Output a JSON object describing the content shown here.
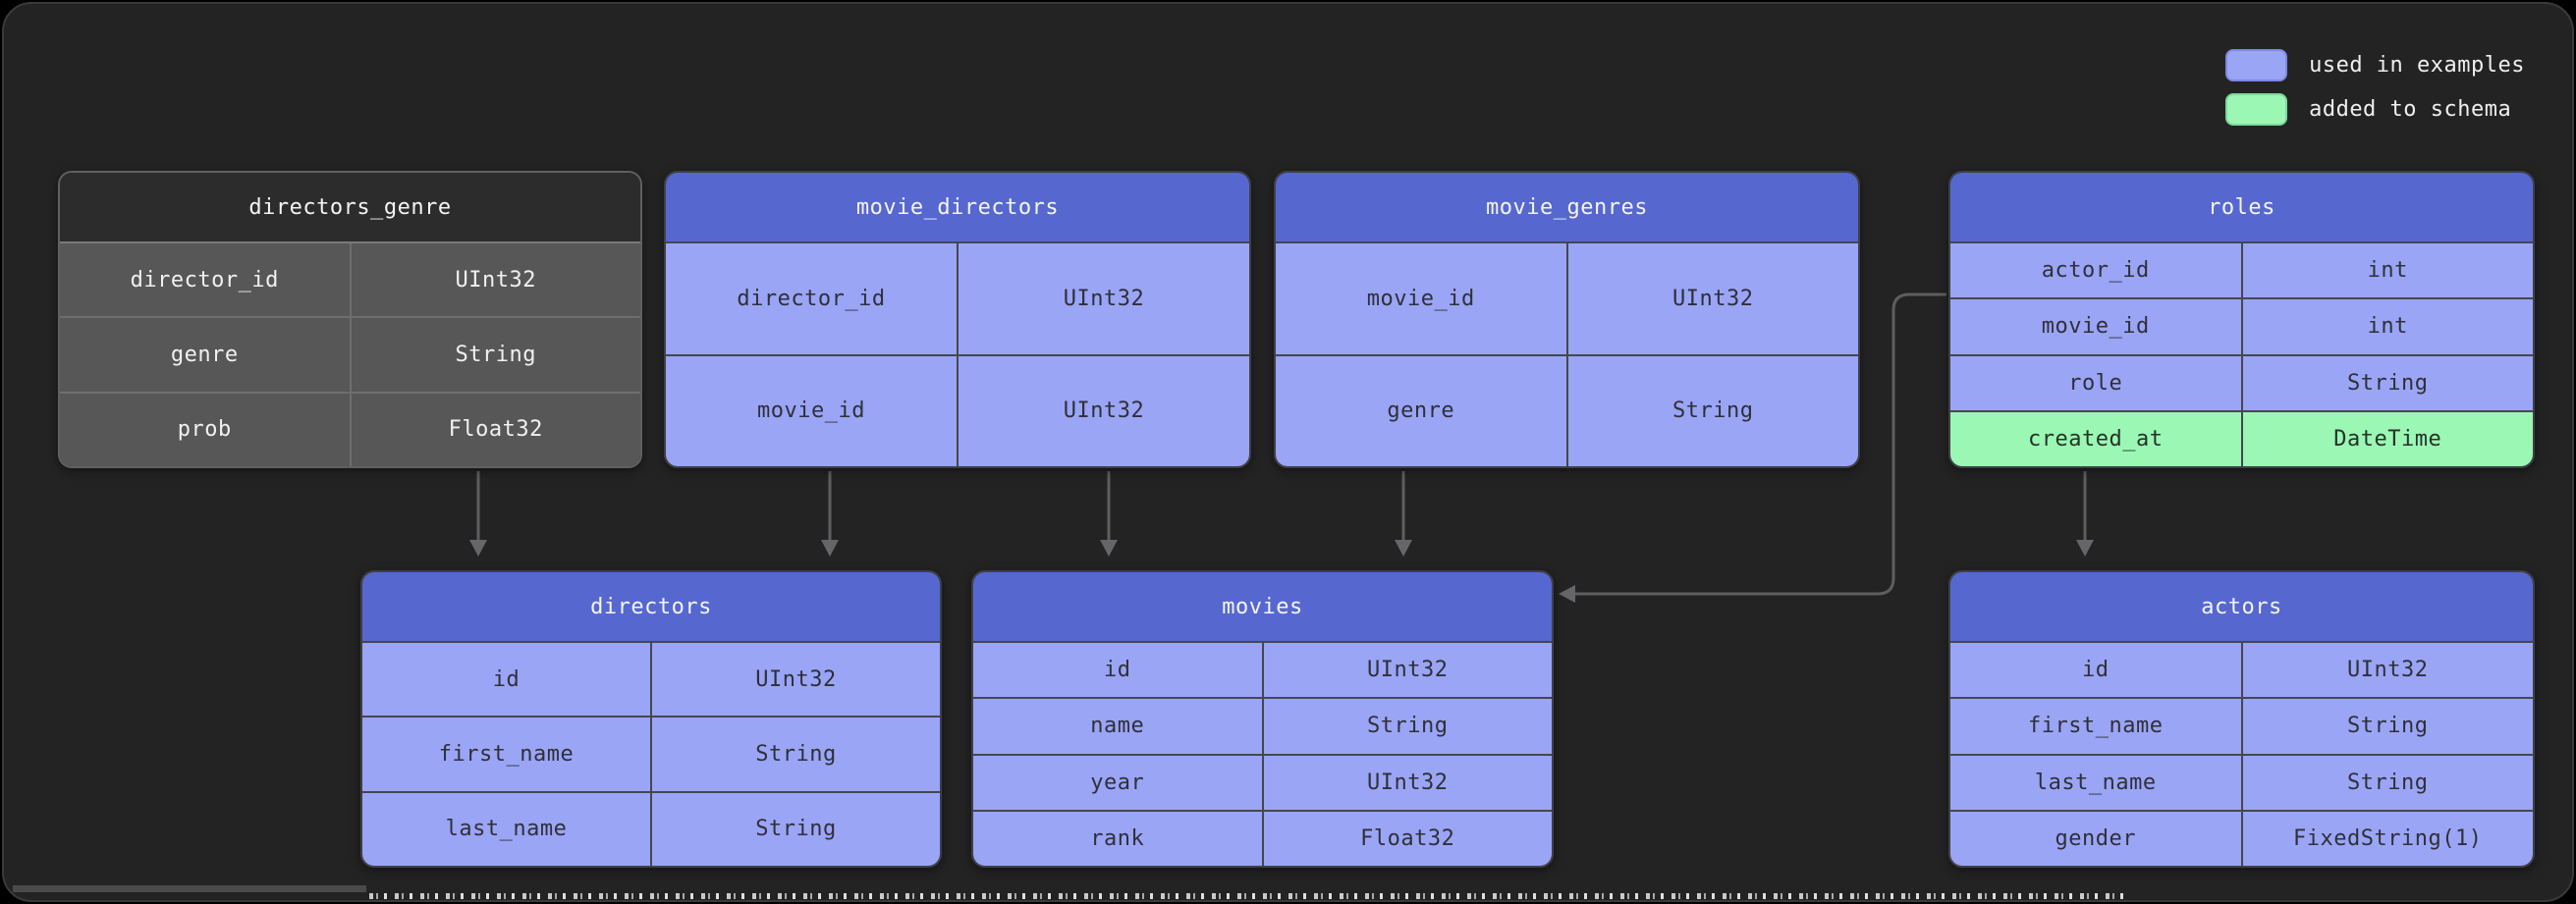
{
  "legend": {
    "items": [
      {
        "key": "used",
        "label": "used in examples",
        "color": "#9aa5f6"
      },
      {
        "key": "added",
        "label": "added to schema",
        "color": "#9bf7b4"
      }
    ]
  },
  "tables": [
    {
      "id": "directors_genre",
      "title": "directors_genre",
      "color_key": "plain",
      "rows": [
        {
          "name": "director_id",
          "type": "UInt32"
        },
        {
          "name": "genre",
          "type": "String"
        },
        {
          "name": "prob",
          "type": "Float32"
        }
      ]
    },
    {
      "id": "movie_directors",
      "title": "movie_directors",
      "color_key": "used",
      "rows": [
        {
          "name": "director_id",
          "type": "UInt32"
        },
        {
          "name": "movie_id",
          "type": "UInt32"
        }
      ]
    },
    {
      "id": "movie_genres",
      "title": "movie_genres",
      "color_key": "used",
      "rows": [
        {
          "name": "movie_id",
          "type": "UInt32"
        },
        {
          "name": "genre",
          "type": "String"
        }
      ]
    },
    {
      "id": "roles",
      "title": "roles",
      "color_key": "used",
      "rows": [
        {
          "name": "actor_id",
          "type": "int"
        },
        {
          "name": "movie_id",
          "type": "int"
        },
        {
          "name": "role",
          "type": "String"
        },
        {
          "name": "created_at",
          "type": "DateTime",
          "added": true
        }
      ]
    },
    {
      "id": "directors",
      "title": "directors",
      "color_key": "used",
      "rows": [
        {
          "name": "id",
          "type": "UInt32"
        },
        {
          "name": "first_name",
          "type": "String"
        },
        {
          "name": "last_name",
          "type": "String"
        }
      ]
    },
    {
      "id": "movies",
      "title": "movies",
      "color_key": "used",
      "rows": [
        {
          "name": "id",
          "type": "UInt32"
        },
        {
          "name": "name",
          "type": "String"
        },
        {
          "name": "year",
          "type": "UInt32"
        },
        {
          "name": "rank",
          "type": "Float32"
        }
      ]
    },
    {
      "id": "actors",
      "title": "actors",
      "color_key": "used",
      "rows": [
        {
          "name": "id",
          "type": "UInt32"
        },
        {
          "name": "first_name",
          "type": "String"
        },
        {
          "name": "last_name",
          "type": "String"
        },
        {
          "name": "gender",
          "type": "FixedString(1)"
        }
      ]
    }
  ],
  "connections": [
    {
      "from": "directors_genre",
      "to": "directors"
    },
    {
      "from": "movie_directors.director_id",
      "to": "directors"
    },
    {
      "from": "movie_directors.movie_id",
      "to": "movies"
    },
    {
      "from": "movie_genres.movie_id",
      "to": "movies"
    },
    {
      "from": "roles.movie_id",
      "to": "movies"
    },
    {
      "from": "roles.actor_id",
      "to": "actors"
    }
  ],
  "colors": {
    "canvas": "#232323",
    "table_header": "#5668cf",
    "table_cell": "#9aa5f6",
    "added_cell": "#9bf7b4",
    "muted_header": "#2c2c2c",
    "muted_cell": "#575757",
    "connector": "#5e5e60"
  }
}
